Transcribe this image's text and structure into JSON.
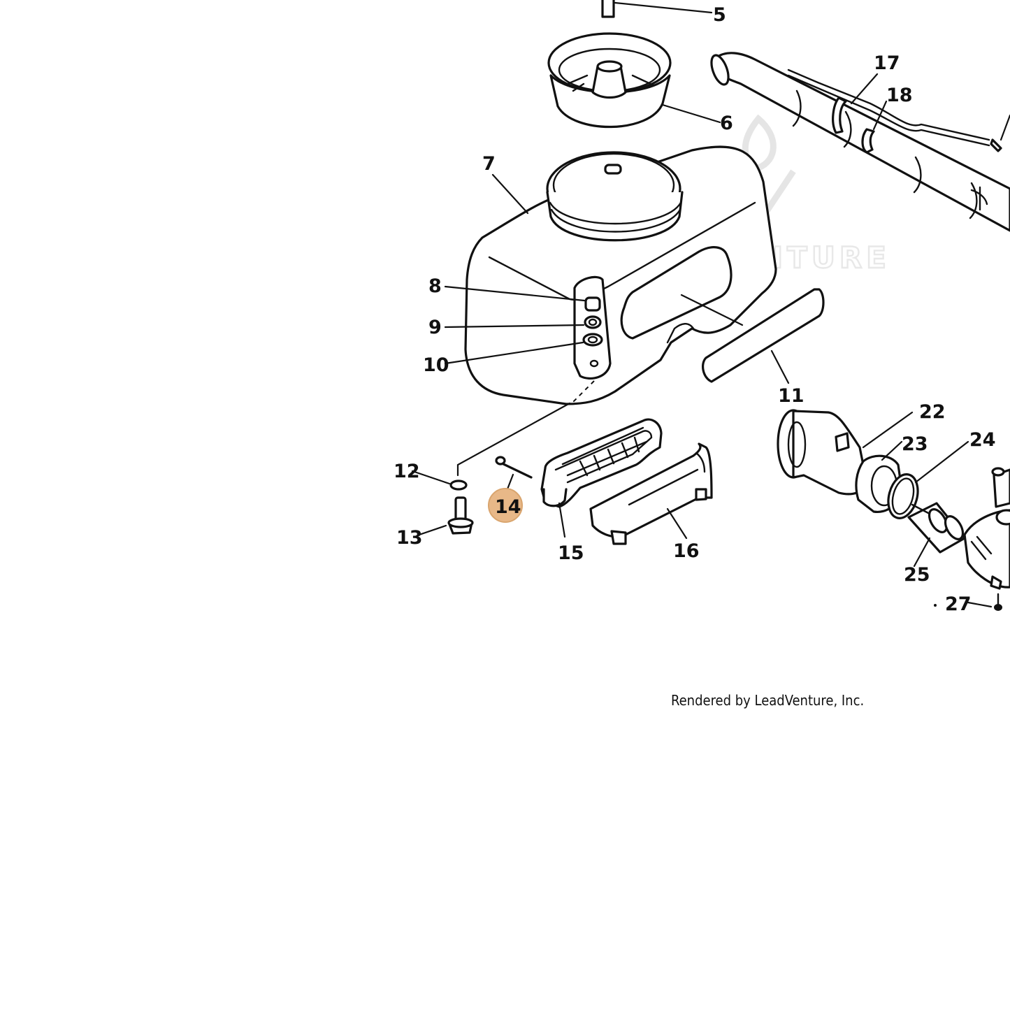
{
  "watermark": {
    "text": "LEADVENTURE"
  },
  "credit": "Rendered by LeadVenture, Inc.",
  "highlight_color": "#e8b888",
  "highlighted_part": "14",
  "callouts": {
    "c5": "5",
    "c6": "6",
    "c7": "7",
    "c8": "8",
    "c9": "9",
    "c10": "10",
    "c11": "11",
    "c12": "12",
    "c13": "13",
    "c14": "14",
    "c15": "15",
    "c16": "16",
    "c17": "17",
    "c18": "18",
    "c22": "22",
    "c23": "23",
    "c24": "24",
    "c25": "25",
    "c27": "27"
  }
}
